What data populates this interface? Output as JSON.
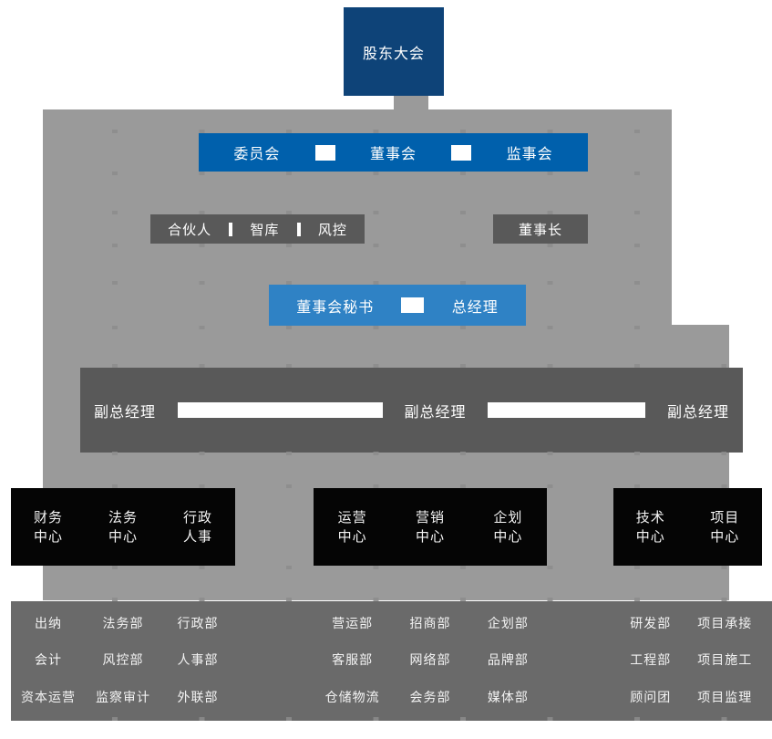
{
  "colors": {
    "page_background": "#ffffff",
    "canvas_gray": "#9a9a9a",
    "navy": "#0e4378",
    "primary_blue": "#0060ac",
    "light_blue": "#2f82c5",
    "dark_gray_box": "#595959",
    "black_box": "#050505",
    "footer_gray": "#6a6a6a",
    "text_white": "#ffffff"
  },
  "org": {
    "top_box": {
      "label": "股东大会"
    },
    "governance_bar": {
      "items": [
        "委员会",
        "董事会",
        "监事会"
      ]
    },
    "advisors_box": {
      "items": [
        "合伙人",
        "智库",
        "风控"
      ]
    },
    "chairman_box": {
      "label": "董事长"
    },
    "executive_bar": {
      "secretary": "董事会秘书",
      "general_manager": "总经理"
    },
    "deputy_bar": {
      "label": "副总经理"
    },
    "centers": {
      "g1": [
        {
          "l1": "财务",
          "l2": "中心"
        },
        {
          "l1": "法务",
          "l2": "中心"
        },
        {
          "l1": "行政",
          "l2": "人事"
        }
      ],
      "g2": [
        {
          "l1": "运营",
          "l2": "中心"
        },
        {
          "l1": "营销",
          "l2": "中心"
        },
        {
          "l1": "企划",
          "l2": "中心"
        }
      ],
      "g3": [
        {
          "l1": "技术",
          "l2": "中心"
        },
        {
          "l1": "项目",
          "l2": "中心"
        }
      ]
    },
    "departments": {
      "g1": [
        [
          "出纳",
          "会计",
          "资本运营"
        ],
        [
          "法务部",
          "风控部",
          "监察审计"
        ],
        [
          "行政部",
          "人事部",
          "外联部"
        ]
      ],
      "g2": [
        [
          "营运部",
          "客服部",
          "仓储物流"
        ],
        [
          "招商部",
          "网络部",
          "会务部"
        ],
        [
          "企划部",
          "品牌部",
          "媒体部"
        ]
      ],
      "g3": [
        [
          "研发部",
          "工程部",
          "顾问团"
        ],
        [
          "项目承接",
          "项目施工",
          "项目监理"
        ]
      ]
    }
  }
}
